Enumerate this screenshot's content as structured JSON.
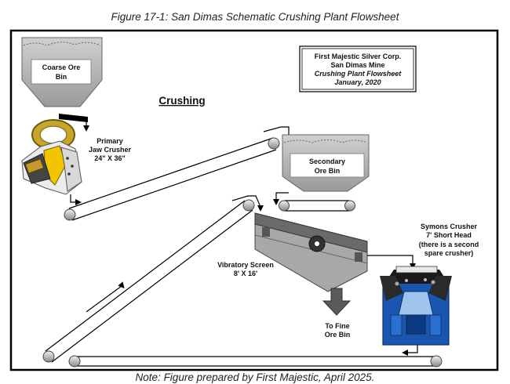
{
  "figure_caption": "Figure 17-1: San Dimas Schematic Crushing Plant Flowsheet",
  "note_caption": "Note: Figure prepared by First Majestic, April 2025.",
  "title_box": {
    "line1": "First Majestic Silver Corp.",
    "line2": "San Dimas Mine",
    "line3": "Crushing Plant Flowsheet",
    "line4": "January, 2020"
  },
  "section_heading": "Crushing",
  "coarse_bin": {
    "line1": "Coarse Ore",
    "line2": "Bin"
  },
  "secondary_bin": {
    "line1": "Secondary",
    "line2": "Ore Bin"
  },
  "primary_crusher": {
    "line1": "Primary",
    "line2": "Jaw Crusher",
    "line3": "24\" X 36\""
  },
  "vibratory_screen": {
    "line1": "Vibratory Screen",
    "line2": "8' X 16'"
  },
  "symons_crusher": {
    "line1": "Symons Crusher",
    "line2": "7' Short Head",
    "line3": "(there is a second",
    "line4": "spare crusher)"
  },
  "fine_ore": {
    "line1": "To Fine",
    "line2": "Ore Bin"
  }
}
